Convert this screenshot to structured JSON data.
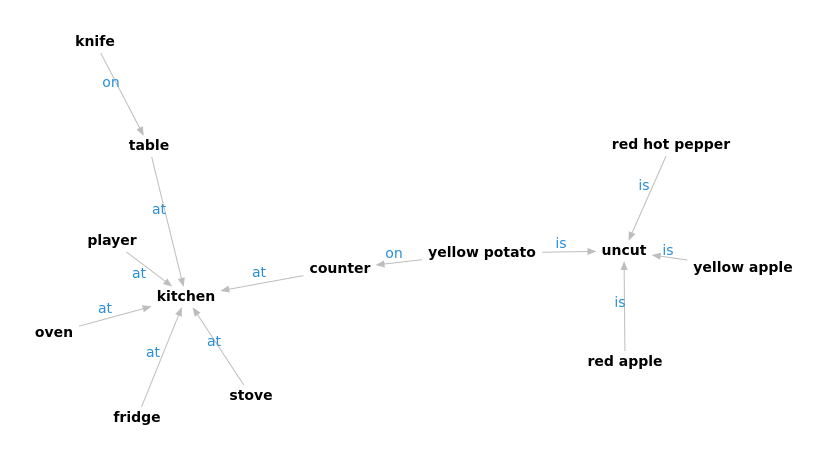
{
  "colors": {
    "edge": "#bdbdbd",
    "edge_label": "#2a8fd8",
    "node_text": "#000000",
    "background": "#ffffff"
  },
  "nodes": [
    {
      "id": "knife",
      "label": "knife"
    },
    {
      "id": "table",
      "label": "table"
    },
    {
      "id": "player",
      "label": "player"
    },
    {
      "id": "kitchen",
      "label": "kitchen"
    },
    {
      "id": "oven",
      "label": "oven"
    },
    {
      "id": "fridge",
      "label": "fridge"
    },
    {
      "id": "stove",
      "label": "stove"
    },
    {
      "id": "counter",
      "label": "counter"
    },
    {
      "id": "yellow_potato",
      "label": "yellow potato"
    },
    {
      "id": "uncut",
      "label": "uncut"
    },
    {
      "id": "red_hot_pepper",
      "label": "red hot pepper"
    },
    {
      "id": "yellow_apple",
      "label": "yellow apple"
    },
    {
      "id": "red_apple",
      "label": "red apple"
    }
  ],
  "edges": [
    {
      "from": "knife",
      "to": "table",
      "label": "on"
    },
    {
      "from": "table",
      "to": "kitchen",
      "label": "at"
    },
    {
      "from": "player",
      "to": "kitchen",
      "label": "at"
    },
    {
      "from": "oven",
      "to": "kitchen",
      "label": "at"
    },
    {
      "from": "fridge",
      "to": "kitchen",
      "label": "at"
    },
    {
      "from": "stove",
      "to": "kitchen",
      "label": "at"
    },
    {
      "from": "counter",
      "to": "kitchen",
      "label": "at"
    },
    {
      "from": "yellow_potato",
      "to": "counter",
      "label": "on"
    },
    {
      "from": "yellow_potato",
      "to": "uncut",
      "label": "is"
    },
    {
      "from": "red_hot_pepper",
      "to": "uncut",
      "label": "is"
    },
    {
      "from": "yellow_apple",
      "to": "uncut",
      "label": "is"
    },
    {
      "from": "red_apple",
      "to": "uncut",
      "label": "is"
    }
  ]
}
